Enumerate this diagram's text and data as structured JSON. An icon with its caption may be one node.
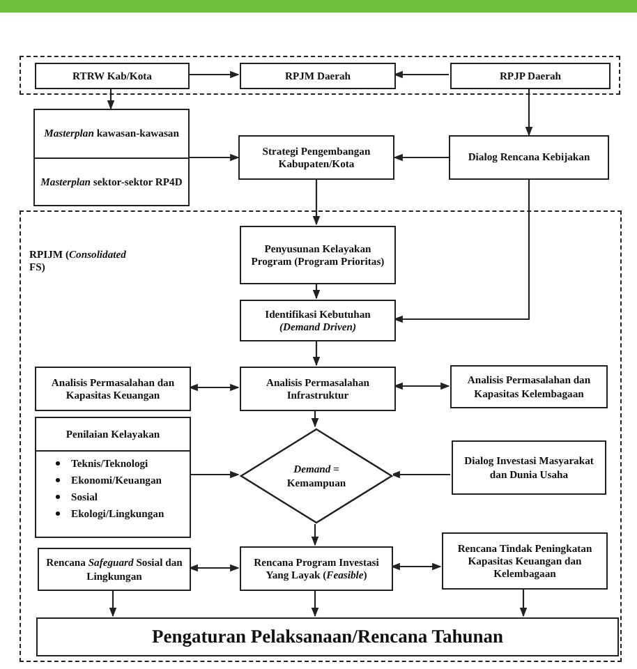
{
  "diagram": {
    "nodes": [
      {
        "text": [],
        "shape": "box"
      },
      {
        "text": [
          "RTRW Kab/Kota"
        ],
        "in": 0
      },
      {
        "text": [
          "RPJM Daerah"
        ],
        "in": 0
      },
      {
        "text": [
          "RPJP Daerah"
        ],
        "in": 0
      },
      {
        "text": [
          "*Masterplan* kawasan-kawasan",
          "*Masterplan* sektor-sektor RP4D"
        ]
      },
      {
        "text": [
          "Strategi Pengembangan Kabupaten/Kota"
        ]
      },
      {
        "text": [
          "Dialog Rencana Kebijakan"
        ]
      },
      {
        "text": [
          "RPIJM (*Consolidated* FS)"
        ]
      },
      {
        "text": [
          "Penyusunan Kelayakan Program (Program Prioritas)"
        ],
        "in": 7
      },
      {
        "text": [
          "Identifikasi Kebutuhan *(Demand Driven)*"
        ],
        "in": 7
      },
      {
        "text": [
          "Analisis Permasalahan dan Kapasitas Keuangan"
        ],
        "in": 7
      },
      {
        "text": [
          "Analisis Permasalahan Infrastruktur"
        ],
        "in": 7
      },
      {
        "text": [
          "Analisis Permasalahan dan Kapasitas Kelembagaan"
        ],
        "in": 7
      },
      {
        "text": [
          "Penilaian Kelayakan",
          "Teknis/Teknologi",
          "Ekonomi/Keuangan",
          "Sosial",
          "Ekologi/Lingkungan"
        ],
        "in": 7
      },
      {
        "text": [
          "*Demand* = Kemampuan"
        ],
        "in": 7
      },
      {
        "text": [
          "Dialog Investasi Masyarakat dan Dunia Usaha"
        ],
        "in": 7
      },
      {
        "text": [
          "Rencana *Safeguard* Sosial dan Lingkungan"
        ],
        "in": 7
      },
      {
        "text": [
          "Rencana Program Investasi Yang Layak (*Feasible*)"
        ],
        "in": 7
      },
      {
        "text": [
          "Rencana Tindak Peningkatan Kapasitas Keuangan dan Kelembagaan"
        ],
        "in": 7
      },
      {
        "text": [
          "Pengaturan Pelaksanaan/Rencana Tahunan"
        ],
        "in": 7
      }
    ],
    "edges": [
      {
        "from": 1,
        "to": 2,
        "arrow": "to"
      },
      {
        "from": 3,
        "to": 2,
        "arrow": "to"
      },
      {
        "from": 1,
        "to": 4,
        "arrow": "to"
      },
      {
        "from": 3,
        "to": 6,
        "arrow": "to"
      },
      {
        "from": 4,
        "to": 5,
        "arrow": "to"
      },
      {
        "from": 6,
        "to": 5,
        "arrow": "to"
      },
      {
        "from": 5,
        "to": 8,
        "arrow": "to"
      },
      {
        "from": 6,
        "to": 9,
        "arrow": "to"
      },
      {
        "from": 8,
        "to": 9,
        "arrow": "to"
      },
      {
        "from": 9,
        "to": 11,
        "arrow": "to"
      },
      {
        "from": 11,
        "to": 10,
        "arrow": "both"
      },
      {
        "from": 11,
        "to": 12,
        "arrow": "both"
      },
      {
        "from": 11,
        "to": 14,
        "arrow": "to"
      },
      {
        "from": 13,
        "to": 14,
        "arrow": "to"
      },
      {
        "from": 15,
        "to": 14,
        "arrow": "to"
      },
      {
        "from": 14,
        "to": 17,
        "arrow": "to"
      },
      {
        "from": 17,
        "to": 16,
        "arrow": "both"
      },
      {
        "from": 17,
        "to": 18,
        "arrow": "both"
      },
      {
        "from": 16,
        "to": 19,
        "arrow": "to"
      },
      {
        "from": 17,
        "to": 19,
        "arrow": "to"
      },
      {
        "from": 18,
        "to": 19,
        "arrow": "to"
      }
    ]
  }
}
